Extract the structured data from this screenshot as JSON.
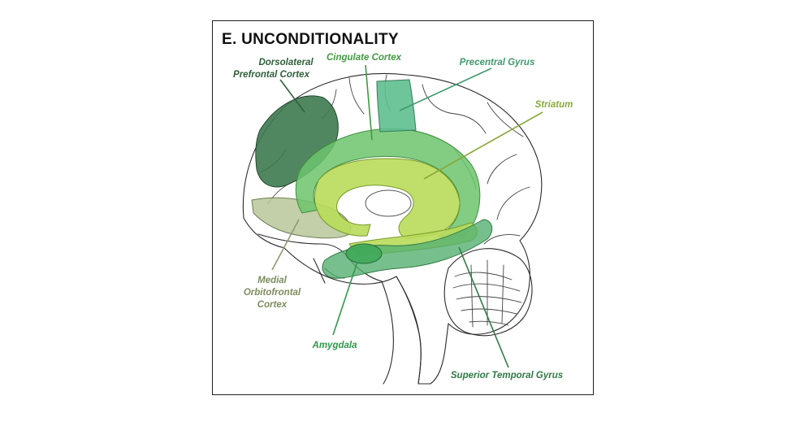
{
  "title": "E. UNCONDITIONALITY",
  "colors": {
    "dlpfc": "#3e7a4f",
    "cingulate": "#6cc46c",
    "precentral": "#5fbf8f",
    "striatum": "#b8dc5a",
    "mofc": "#b9c79a",
    "amygdala": "#3fa85a",
    "stg": "#55b070"
  },
  "labels": {
    "dlpfc_1": "Dorsolateral",
    "dlpfc_2": "Prefrontal Cortex",
    "cingulate": "Cingulate Cortex",
    "precentral": "Precentral Gyrus",
    "striatum": "Striatum",
    "mofc_1": "Medial",
    "mofc_2": "Orbitofrontal",
    "mofc_3": "Cortex",
    "amygdala": "Amygdala",
    "stg": "Superior Temporal Gyrus"
  }
}
